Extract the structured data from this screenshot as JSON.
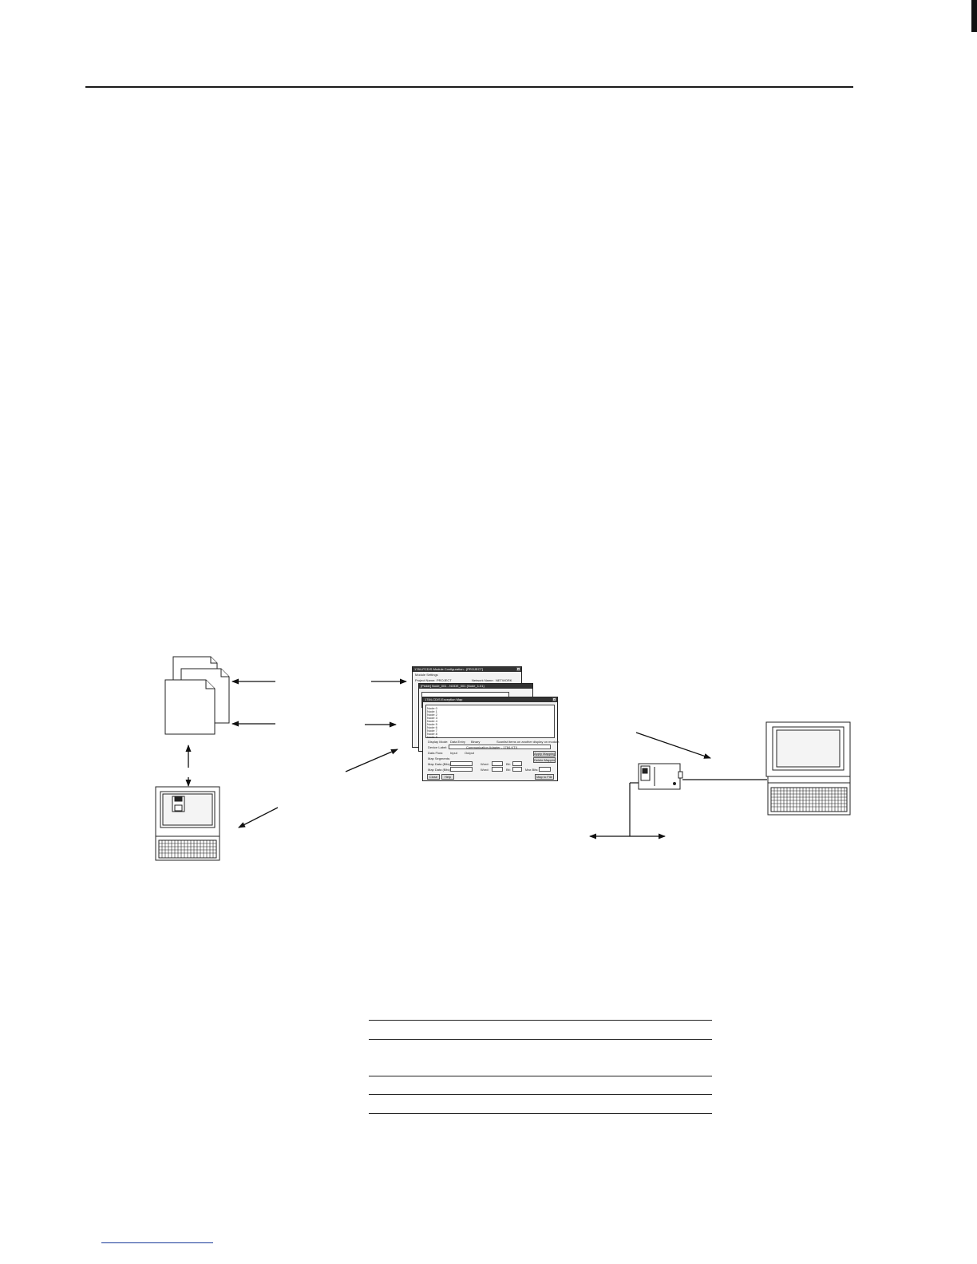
{
  "page": {
    "background": "#ffffff",
    "ink_color": "#111111",
    "footer_link_color": "#1a3a9a"
  },
  "diagram": {
    "icons": [
      "document-stack-icon",
      "laptop-icon",
      "floppy-disk-icon",
      "interface-module-icon",
      "desktop-computer-icon",
      "network-cable-icon"
    ],
    "screenshot": {
      "windows": [
        {
          "title": "1784-PCD/S Module Configuration - [PROJECT]",
          "menu": "Module  Settings",
          "project_label": "Project Name:",
          "project_value": "PROJECT",
          "network_label": "Network Name:",
          "network_value": "NETWORK"
        },
        {
          "title": "[Pickle] Node_001 - NODE_001 (Node_1.01)"
        },
        {
          "title": "1784-CD/S Exception Map",
          "rows": [
            "Node 0",
            "Node 1",
            "Node 2",
            "Node 3",
            "Node 4",
            "Node 5",
            "Node 6",
            "Node 7",
            "Node 8",
            "Node 9"
          ],
          "status_text": "Scanlist items on another display on module.",
          "labels": [
            "Display Mode:",
            "Data Entry",
            "Binary",
            "Device Label:",
            "Communication Adapter - 1784-KTX",
            "Data Flow:",
            "Input",
            "Output",
            "Map Segments:",
            "Map Data (Bits):",
            "Map Data (Bits):",
            "Word:",
            "Bit:",
            "Word:",
            "Bit:",
            "Max Bits:"
          ],
          "buttons": [
            "Close",
            "Help",
            "Apply Mapping",
            "Delete Mapping",
            "Map to File"
          ]
        }
      ]
    }
  }
}
